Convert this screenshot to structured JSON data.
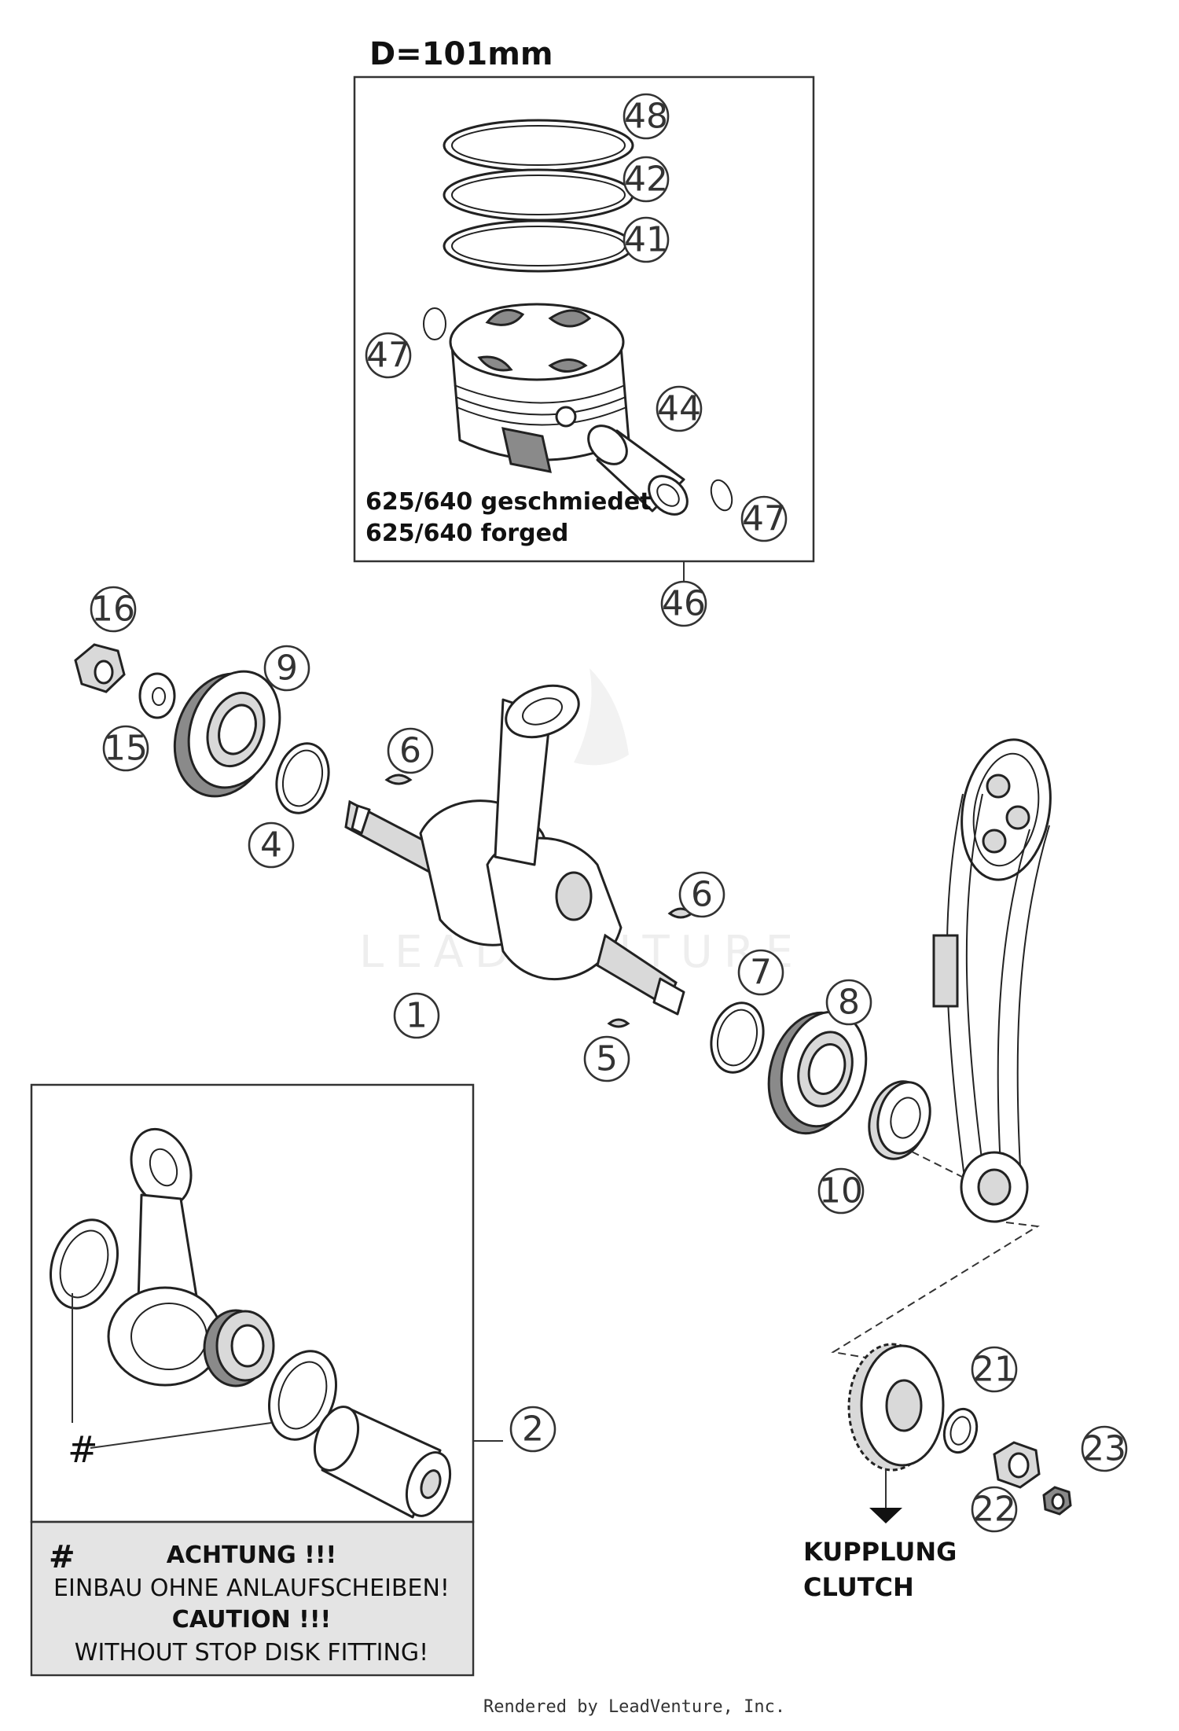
{
  "diameter_label": "D=101mm",
  "piston_note": {
    "line1": "625/640  geschmiedet",
    "line2": "625/640  forged"
  },
  "callouts": {
    "c48": "48",
    "c42": "42",
    "c41": "41",
    "c47a": "47",
    "c44": "44",
    "c47b": "47",
    "c46": "46",
    "c16": "16",
    "c9": "9",
    "c15": "15",
    "c4": "4",
    "c6a": "6",
    "c6b": "6",
    "c7": "7",
    "c8": "8",
    "c1": "1",
    "c5": "5",
    "c10": "10",
    "c2": "2",
    "c21": "21",
    "c23": "23",
    "c22": "22"
  },
  "hash_symbol": "#",
  "caution_box": {
    "symbol": "#",
    "line1": "ACHTUNG !!!",
    "line2": "EINBAU OHNE ANLAUFSCHEIBEN!",
    "line3": "CAUTION !!!",
    "line4": "WITHOUT STOP DISK FITTING!"
  },
  "clutch_label": {
    "line1": "KUPPLUNG",
    "line2": "CLUTCH"
  },
  "watermark": "LEADVENTURE",
  "footer": "Rendered by LeadVenture, Inc."
}
